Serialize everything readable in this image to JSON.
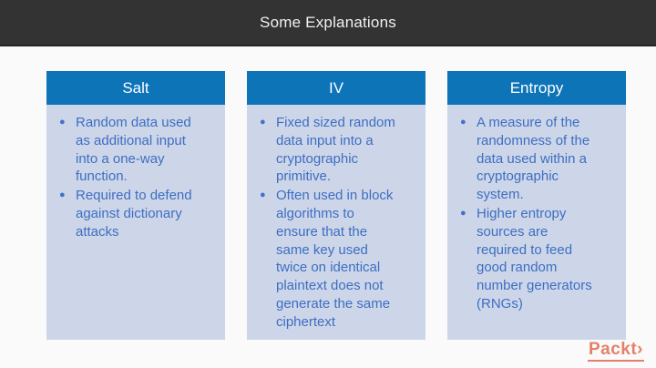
{
  "title_bar": {
    "title": "Some Explanations"
  },
  "columns": [
    {
      "header": "Salt",
      "bullets": [
        "Random data used as additional input into a one-way function.",
        "Required to defend against dictionary attacks"
      ]
    },
    {
      "header": "IV",
      "bullets": [
        "Fixed sized random data input into a cryptographic primitive.",
        "Often used in block algorithms to ensure that the same key used twice on identical plaintext does not generate the same ciphertext"
      ]
    },
    {
      "header": "Entropy",
      "bullets": [
        "A measure of the randomness of the data used within a cryptographic system.",
        "Higher entropy sources are required to feed good random number generators (RNGs)"
      ]
    }
  ],
  "footer": {
    "logo_text": "Packt",
    "logo_chevron": "›"
  },
  "icons": {
    "bullet_glyph": "●"
  },
  "colors": {
    "top_bar": "#333333",
    "column_header_bg": "#0e74b8",
    "column_body_bg": "#cdd6e9",
    "body_text": "#3d6ec2",
    "page_bg": "#fafafa",
    "logo": "#e5806a",
    "header_text": "#ffffff"
  }
}
